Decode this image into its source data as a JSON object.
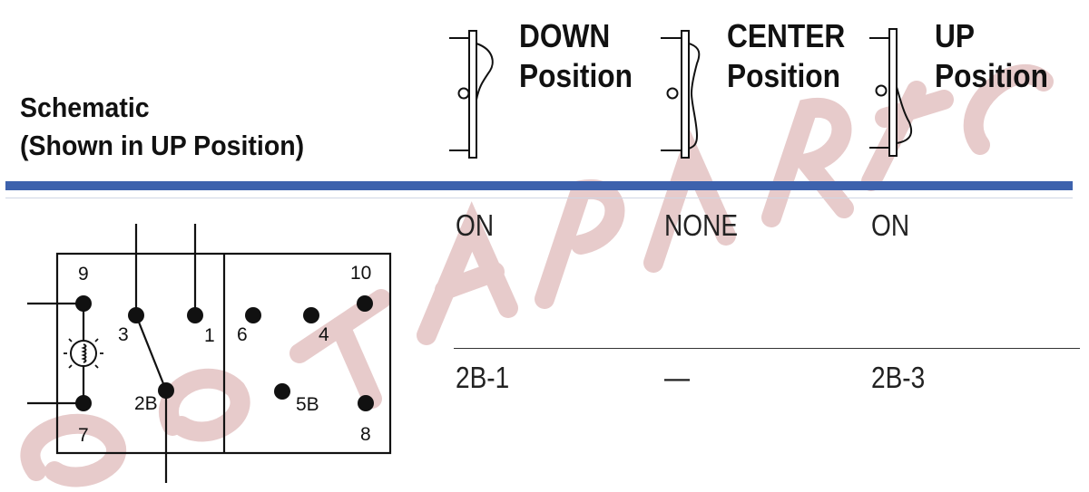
{
  "header": {
    "title_line1": "Schematic",
    "title_line2": "(Shown in UP Position)"
  },
  "positions": [
    {
      "line1": "DOWN",
      "line2": "Position",
      "function": "ON",
      "circuit": "2B-1"
    },
    {
      "line1": "CENTER",
      "line2": "Position",
      "function": "NONE",
      "circuit": "—"
    },
    {
      "line1": "UP",
      "line2": "Position",
      "function": "ON",
      "circuit": "2B-3"
    }
  ],
  "schematic": {
    "terminals": {
      "t9": "9",
      "t7": "7",
      "t3": "3",
      "t1": "1",
      "t2b": "2B",
      "t6": "6",
      "t4": "4",
      "t10": "10",
      "t5b": "5B",
      "t8": "8"
    }
  },
  "colors": {
    "accent_bar": "#3d62ad",
    "watermark": "#c98c8c"
  },
  "watermark": "SOTAPARTS.COM"
}
